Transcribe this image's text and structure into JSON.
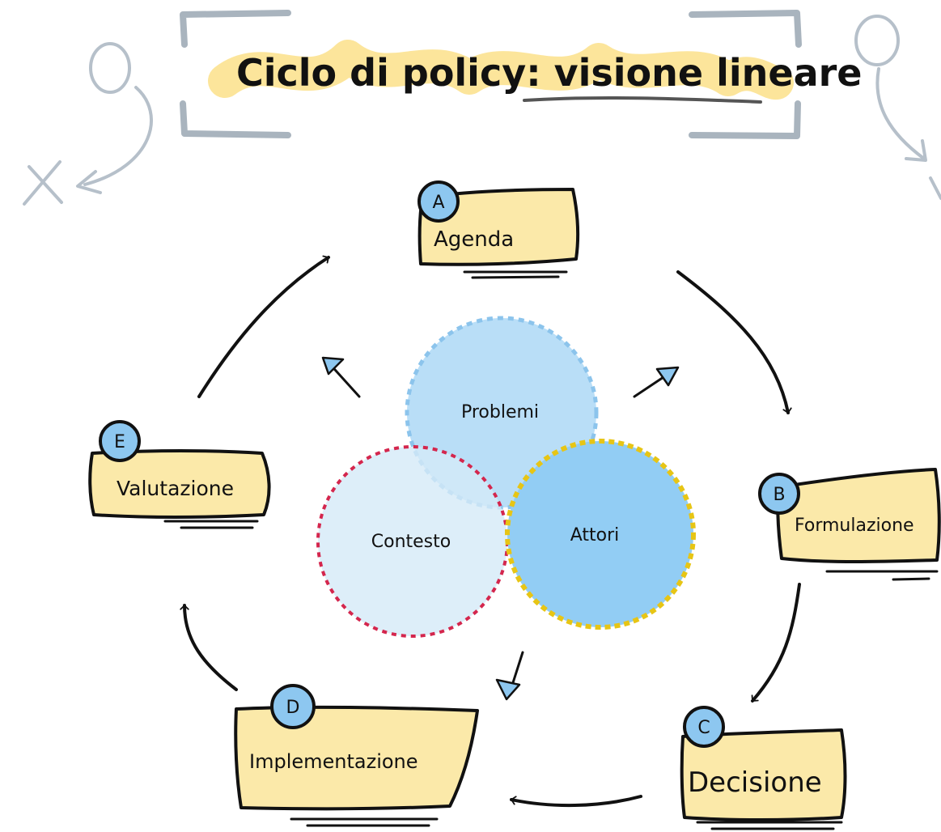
{
  "title": {
    "text": "Ciclo di policy: visione lineare"
  },
  "stages": [
    {
      "badge": "A",
      "label": "Agenda"
    },
    {
      "badge": "B",
      "label": "Formulazione"
    },
    {
      "badge": "C",
      "label": "Decisione"
    },
    {
      "badge": "D",
      "label": "Implementazione"
    },
    {
      "badge": "E",
      "label": "Valutazione"
    }
  ],
  "circles": {
    "problemi": "Problemi",
    "contesto": "Contesto",
    "attori": "Attori"
  },
  "colors": {
    "box_fill": "#fbe9a9",
    "badge_fill": "#8dc7f0",
    "highlight": "#fce08a",
    "problemi_fill": "#b5dcf7",
    "problemi_stroke": "#8cc4ec",
    "contesto_fill": "#d5eaf8",
    "contesto_stroke": "#d4264d",
    "attori_fill": "#92cdf4",
    "attori_stroke": "#e7c515",
    "bracket": "#a9b4be"
  }
}
